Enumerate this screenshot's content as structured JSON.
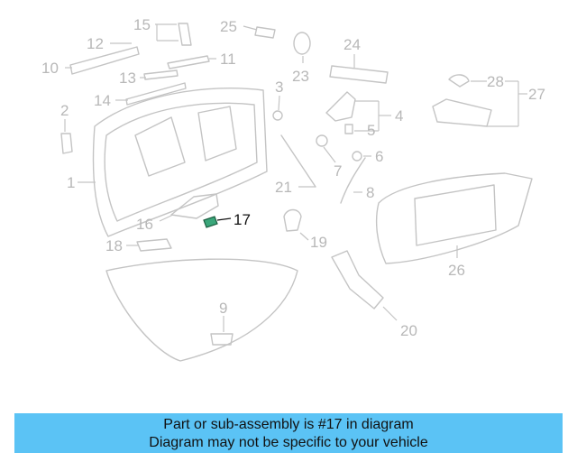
{
  "diagram": {
    "highlight_color": "#111111",
    "part_color": "#c4c4c4",
    "highlight_part_fill": "#3aa67a",
    "callouts": {
      "c1": "1",
      "c2": "2",
      "c3": "3",
      "c4": "4",
      "c5": "5",
      "c6": "6",
      "c7": "7",
      "c8": "8",
      "c9": "9",
      "c10": "10",
      "c11": "11",
      "c12": "12",
      "c13": "13",
      "c14": "14",
      "c15": "15",
      "c16": "16",
      "c17": "17",
      "c18": "18",
      "c19": "19",
      "c20": "20",
      "c21": "21",
      "c23": "23",
      "c24": "24",
      "c25": "25",
      "c26": "26",
      "c27": "27",
      "c28": "28"
    }
  },
  "banner": {
    "background": "#5bc3f5",
    "line1": "Part or sub-assembly is #17 in diagram",
    "line2": "Diagram may not be specific to your vehicle"
  }
}
